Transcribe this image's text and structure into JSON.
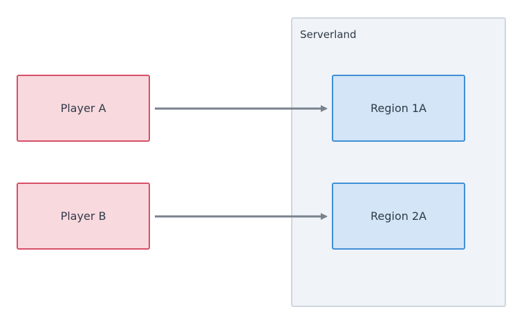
{
  "group": {
    "label": "Serverland"
  },
  "nodes": {
    "player_a": "Player A",
    "player_b": "Player B",
    "region_1a": "Region 1A",
    "region_2a": "Region 2A"
  },
  "edges": [
    {
      "from": "Player A",
      "to": "Region 1A"
    },
    {
      "from": "Player B",
      "to": "Region 2A"
    }
  ],
  "colors": {
    "player_fill": "#f8d9de",
    "player_border": "#d64f68",
    "region_fill": "#d3e5f6",
    "region_border": "#3f8fd6",
    "group_fill": "#f0f3f7",
    "group_border": "#ced7e0",
    "edge": "#78828d"
  }
}
